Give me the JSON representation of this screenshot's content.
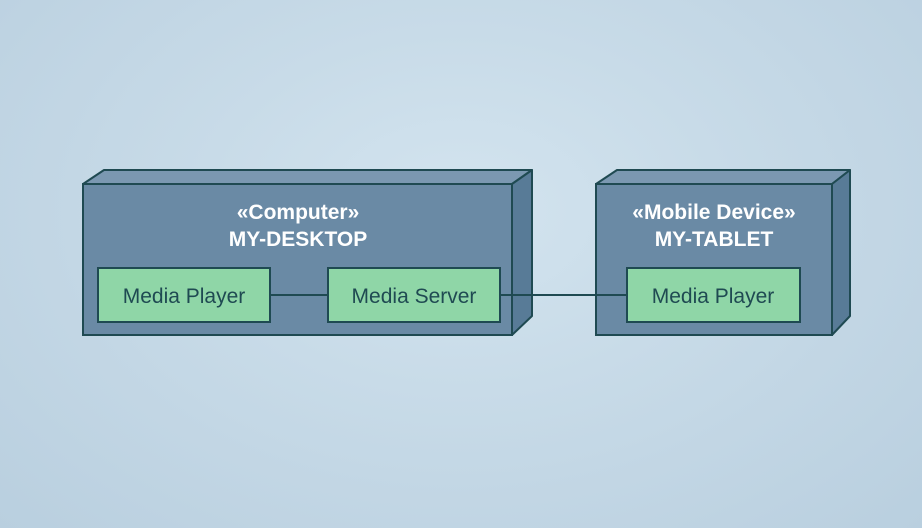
{
  "colors": {
    "node_fill": "#6a8aa5",
    "node_side": "#587b97",
    "node_top": "#7b98b1",
    "node_stroke": "#1f4a52",
    "component_fill": "#8fd6a7",
    "connector": "#1f4a52"
  },
  "nodes": [
    {
      "stereotype": "«Computer»",
      "name": "MY-DESKTOP",
      "components": [
        "Media Player",
        "Media Server"
      ]
    },
    {
      "stereotype": "«Mobile Device»",
      "name": "MY-TABLET",
      "components": [
        "Media Player"
      ]
    }
  ]
}
